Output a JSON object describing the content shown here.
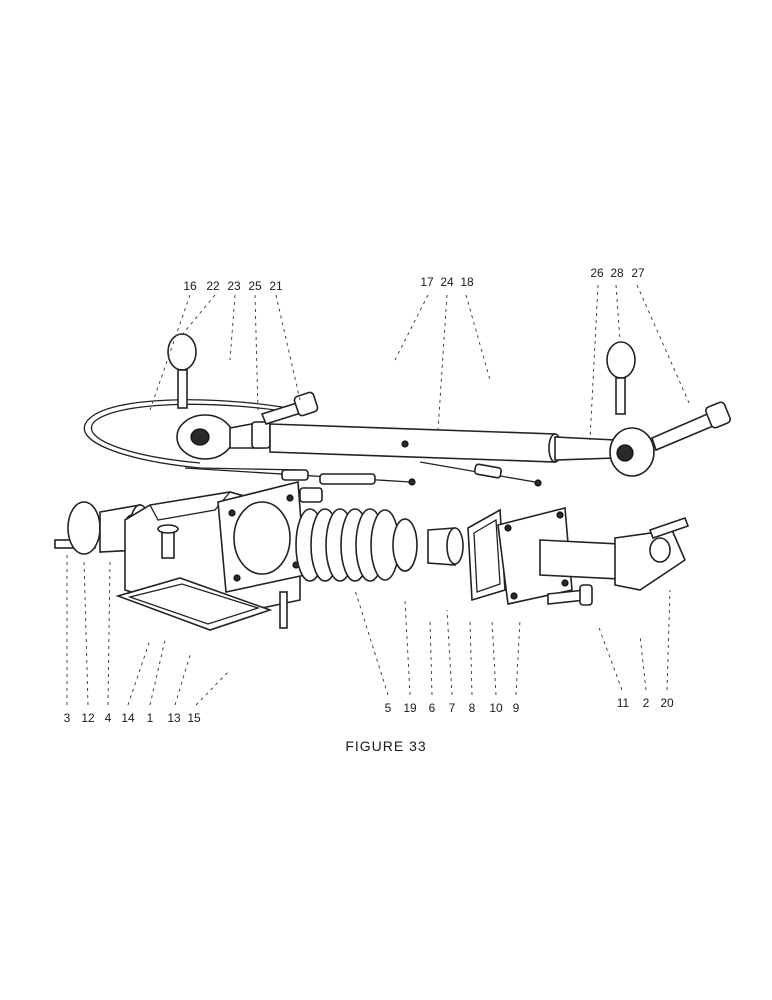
{
  "figure": {
    "caption": "FIGURE 33",
    "callouts": [
      {
        "id": "16",
        "text": "16"
      },
      {
        "id": "22",
        "text": "22"
      },
      {
        "id": "23",
        "text": "23"
      },
      {
        "id": "25",
        "text": "25"
      },
      {
        "id": "21",
        "text": "21"
      },
      {
        "id": "17",
        "text": "17"
      },
      {
        "id": "24",
        "text": "24"
      },
      {
        "id": "18",
        "text": "18"
      },
      {
        "id": "26",
        "text": "26"
      },
      {
        "id": "28",
        "text": "28"
      },
      {
        "id": "27",
        "text": "27"
      },
      {
        "id": "3",
        "text": "3"
      },
      {
        "id": "12",
        "text": "12"
      },
      {
        "id": "4",
        "text": "4"
      },
      {
        "id": "14",
        "text": "14"
      },
      {
        "id": "1",
        "text": "1"
      },
      {
        "id": "13",
        "text": "13"
      },
      {
        "id": "15",
        "text": "15"
      },
      {
        "id": "5",
        "text": "5"
      },
      {
        "id": "19",
        "text": "19"
      },
      {
        "id": "6",
        "text": "6"
      },
      {
        "id": "7",
        "text": "7"
      },
      {
        "id": "8",
        "text": "8"
      },
      {
        "id": "10",
        "text": "10"
      },
      {
        "id": "9",
        "text": "9"
      },
      {
        "id": "11",
        "text": "11"
      },
      {
        "id": "2",
        "text": "2"
      },
      {
        "id": "20",
        "text": "20"
      }
    ]
  }
}
